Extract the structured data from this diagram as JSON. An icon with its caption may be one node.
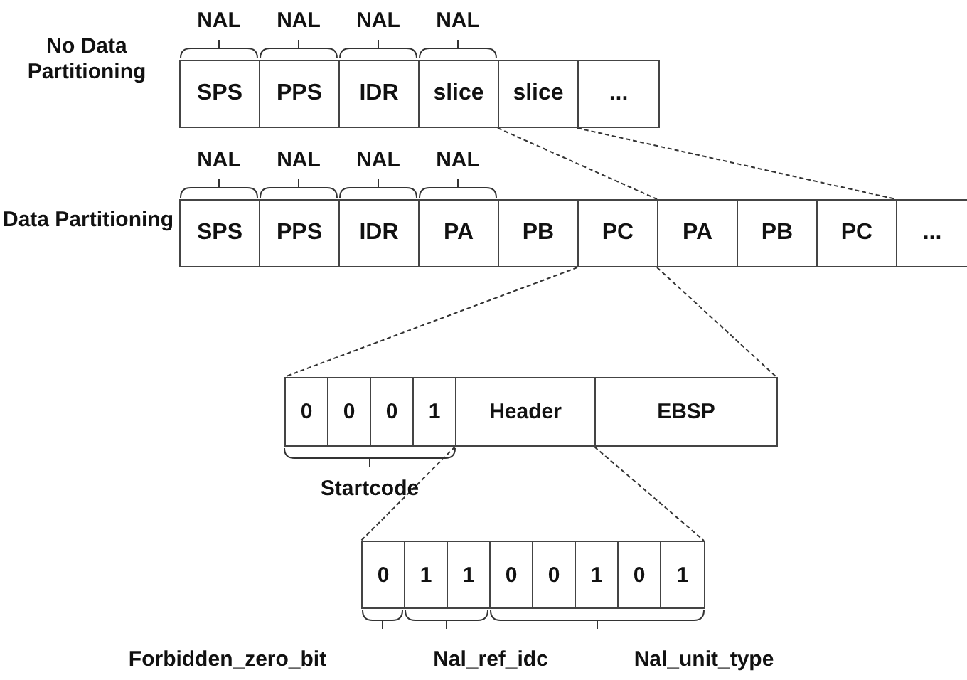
{
  "diagram": {
    "nodes": [
      {
        "text": [
          "SPS"
        ]
      },
      {
        "text": [
          "PPS"
        ]
      },
      {
        "text": [
          "IDR"
        ]
      },
      {
        "text": [
          "slice"
        ]
      },
      {
        "text": [
          "slice"
        ]
      },
      {
        "text": [
          "..."
        ]
      },
      {
        "text": [
          "SPS"
        ]
      },
      {
        "text": [
          "PPS"
        ]
      },
      {
        "text": [
          "IDR"
        ]
      },
      {
        "text": [
          "PA"
        ]
      },
      {
        "text": [
          "PB"
        ]
      },
      {
        "text": [
          "PC"
        ]
      },
      {
        "text": [
          "PA"
        ]
      },
      {
        "text": [
          "PB"
        ]
      },
      {
        "text": [
          "PC"
        ]
      },
      {
        "text": [
          "..."
        ]
      },
      {
        "text": [
          "0"
        ]
      },
      {
        "text": [
          "0"
        ]
      },
      {
        "text": [
          "0"
        ]
      },
      {
        "text": [
          "1"
        ]
      },
      {
        "text": [
          "Header"
        ]
      },
      {
        "text": [
          "EBSP"
        ]
      },
      {
        "text": [
          "0"
        ]
      },
      {
        "text": [
          "1"
        ]
      },
      {
        "text": [
          "1"
        ]
      },
      {
        "text": [
          "0"
        ]
      },
      {
        "text": [
          "0"
        ]
      },
      {
        "text": [
          "1"
        ]
      },
      {
        "text": [
          "0"
        ]
      },
      {
        "text": [
          "1"
        ]
      }
    ],
    "edges": [
      {
        "from": 4,
        "to": 12,
        "arrow": "none",
        "style": "dashed"
      },
      {
        "from": 5,
        "to": 14,
        "arrow": "none",
        "style": "dashed"
      },
      {
        "from": 11,
        "to": 16,
        "arrow": "none",
        "style": "dashed"
      },
      {
        "from": 11,
        "to": 21,
        "arrow": "none",
        "style": "dashed"
      },
      {
        "from": 20,
        "to": 22,
        "arrow": "none",
        "style": "dashed"
      },
      {
        "from": 20,
        "to": 29,
        "arrow": "none",
        "style": "dashed"
      }
    ],
    "labels": [
      "NAL",
      "NAL",
      "NAL",
      "NAL",
      "No Data Partitioning",
      "NAL",
      "NAL",
      "NAL",
      "NAL",
      "Data Partitioning",
      "Startcode",
      "Forbidden_zero_bit",
      "Nal_ref_idc",
      "Nal_unit_type"
    ]
  }
}
